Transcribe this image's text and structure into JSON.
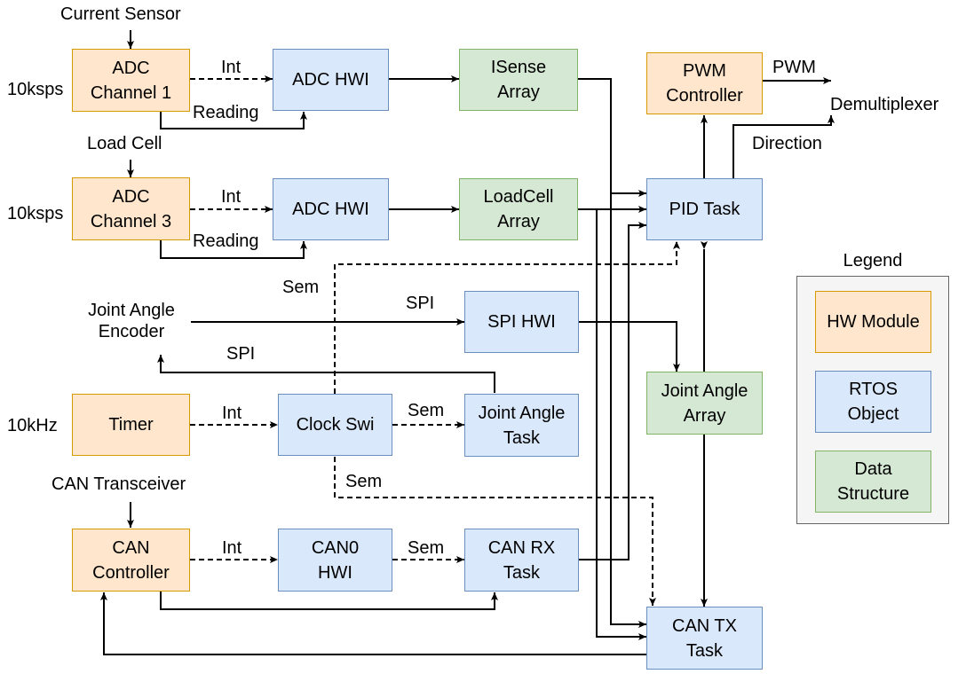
{
  "colors": {
    "hw_fill": "#ffe6cc",
    "hw_stroke": "#d79b00",
    "rtos_fill": "#dae8fc",
    "rtos_stroke": "#6c8ebf",
    "ds_fill": "#d5e8d4",
    "ds_stroke": "#82b366",
    "legend_fill": "#f5f5f5",
    "legend_stroke": "#666666"
  },
  "boxes": {
    "adc1": "ADC\nChannel 1",
    "adc_hwi_1": "ADC HWI",
    "isense": "ISense\nArray",
    "pwm_ctrl": "PWM\nController",
    "adc3": "ADC\nChannel 3",
    "adc_hwi_3": "ADC HWI",
    "loadcell": "LoadCell\nArray",
    "pid": "PID Task",
    "spi_hwi": "SPI HWI",
    "joint_array": "Joint Angle\nArray",
    "timer": "Timer",
    "clock_swi": "Clock Swi",
    "joint_task": "Joint Angle\nTask",
    "can_ctrl": "CAN\nController",
    "can0_hwi": "CAN0\nHWI",
    "can_rx": "CAN RX\nTask",
    "can_tx": "CAN TX\nTask"
  },
  "labels": {
    "current_sensor": "Current Sensor",
    "rate_adc1": "10ksps",
    "int1": "Int",
    "reading1": "Reading",
    "pwm": "PWM",
    "demux": "Demultiplexer",
    "direction": "Direction",
    "load_cell": "Load Cell",
    "rate_adc3": "10ksps",
    "int3": "Int",
    "reading3": "Reading",
    "sem_pid": "Sem",
    "encoder": "Joint Angle\nEncoder",
    "spi_in": "SPI",
    "spi_out": "SPI",
    "rate_timer": "10kHz",
    "int_timer": "Int",
    "sem_joint": "Sem",
    "sem_cantx": "Sem",
    "can_transceiver": "CAN Transceiver",
    "int_can": "Int",
    "sem_can": "Sem"
  },
  "legend": {
    "title": "Legend",
    "hw": "HW Module",
    "rtos": "RTOS\nObject",
    "ds": "Data\nStructure"
  }
}
